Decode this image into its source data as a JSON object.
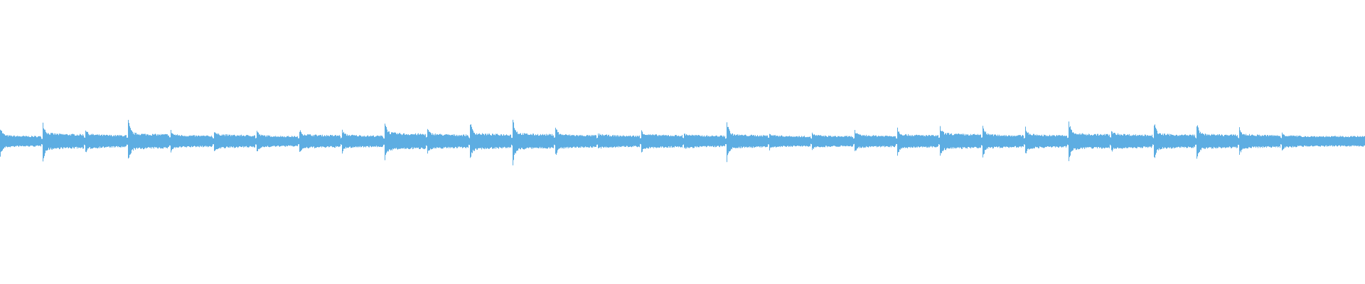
{
  "chart_data": {
    "type": "area",
    "description_kind": "audio-waveform",
    "color": "#5DADE2",
    "background": "#FFFFFF",
    "axes": "none",
    "grid": false,
    "legend": "none",
    "ylim": [
      -1,
      1
    ],
    "onset_peaks": [
      0.64,
      0.84,
      0.56,
      0.92,
      0.48,
      0.48,
      0.48,
      0.52,
      0.52,
      0.88,
      0.56,
      0.84,
      1.0,
      0.68,
      0.32,
      0.52,
      0.36,
      0.88,
      0.4,
      0.4,
      0.48,
      0.6,
      0.64,
      0.72,
      0.64,
      0.88,
      0.48,
      0.84,
      0.8,
      0.6,
      0.4
    ],
    "sustain_levels": [
      0.22,
      0.3,
      0.26,
      0.3,
      0.24,
      0.26,
      0.22,
      0.26,
      0.24,
      0.32,
      0.28,
      0.3,
      0.3,
      0.26,
      0.24,
      0.26,
      0.24,
      0.26,
      0.22,
      0.22,
      0.24,
      0.26,
      0.3,
      0.26,
      0.26,
      0.3,
      0.28,
      0.28,
      0.28,
      0.26,
      0.22
    ]
  }
}
